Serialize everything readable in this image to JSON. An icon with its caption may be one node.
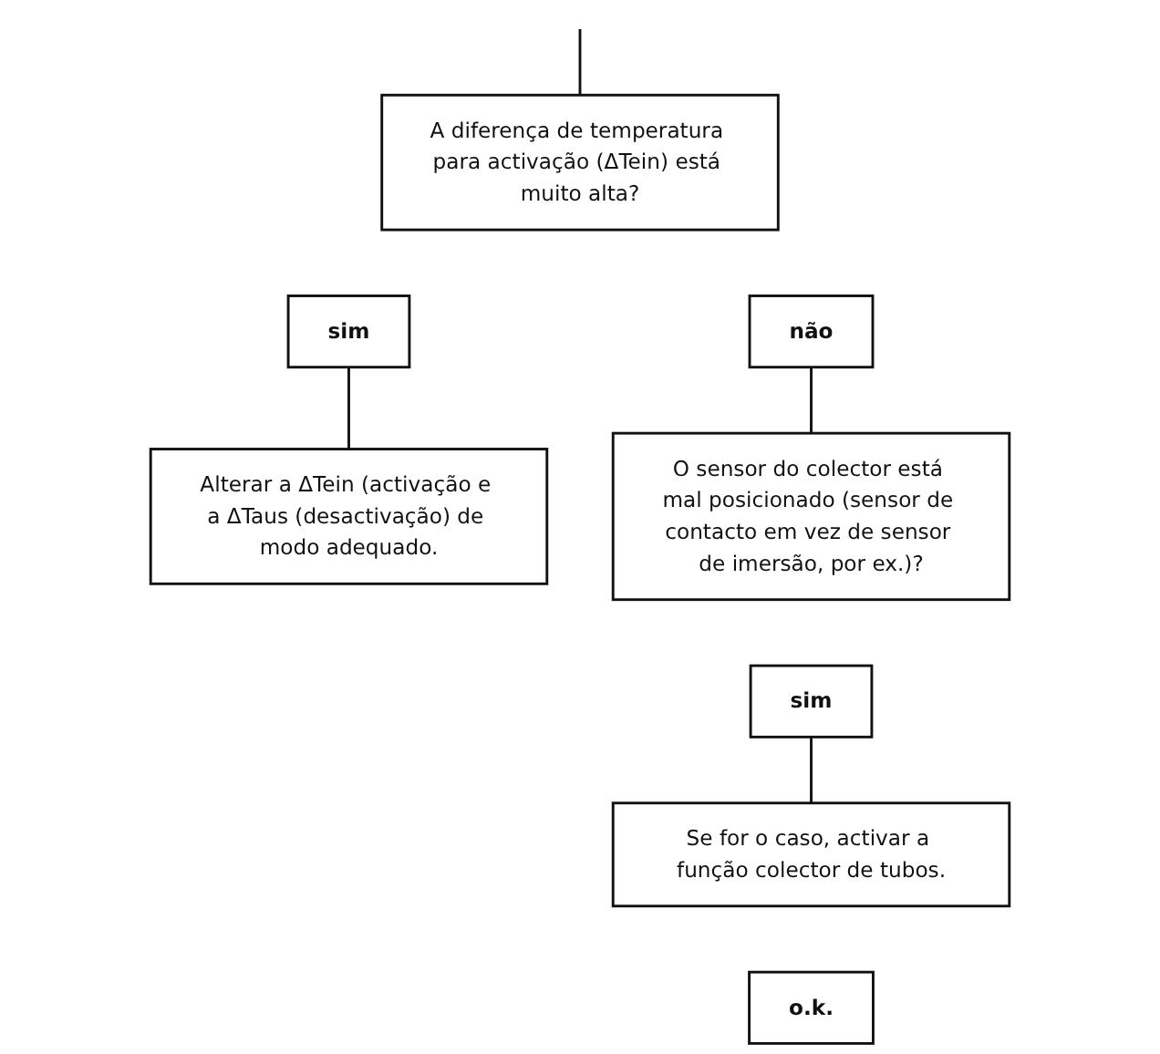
{
  "diagram": {
    "nodes": [
      {
        "text": [
          "A diferença de temperatura para activação (ΔTein) está muito alta?"
        ]
      },
      {
        "text": [
          "não"
        ]
      },
      {
        "text": [
          "sim"
        ]
      },
      {
        "text": [
          "Alterar a ΔTein (activação e a ΔTaus (desactivação) de modo adequado."
        ]
      },
      {
        "text": [
          "O sensor do colector está mal posicionado (sensor de contacto em vez de sensor de imersão, por ex.)?"
        ]
      },
      {
        "text": [
          "sim"
        ]
      },
      {
        "text": [
          "Se for o caso, activar a função colector de tubos."
        ]
      },
      {
        "text": [
          "o.k."
        ]
      }
    ],
    "edges": [
      {
        "from": null,
        "to": 0,
        "arrow": "none"
      },
      {
        "from": 2,
        "to": 3,
        "arrow": "none"
      },
      {
        "from": 1,
        "to": 4,
        "arrow": "none"
      },
      {
        "from": 5,
        "to": 6,
        "arrow": "none"
      }
    ]
  }
}
